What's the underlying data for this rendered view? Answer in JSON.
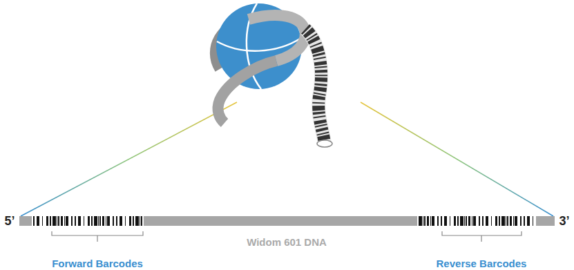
{
  "diagram": {
    "labels": [
      "5’",
      "Widom 601 DNA",
      "Forward Barcodes",
      "Reverse Barcodes",
      "3’"
    ]
  }
}
